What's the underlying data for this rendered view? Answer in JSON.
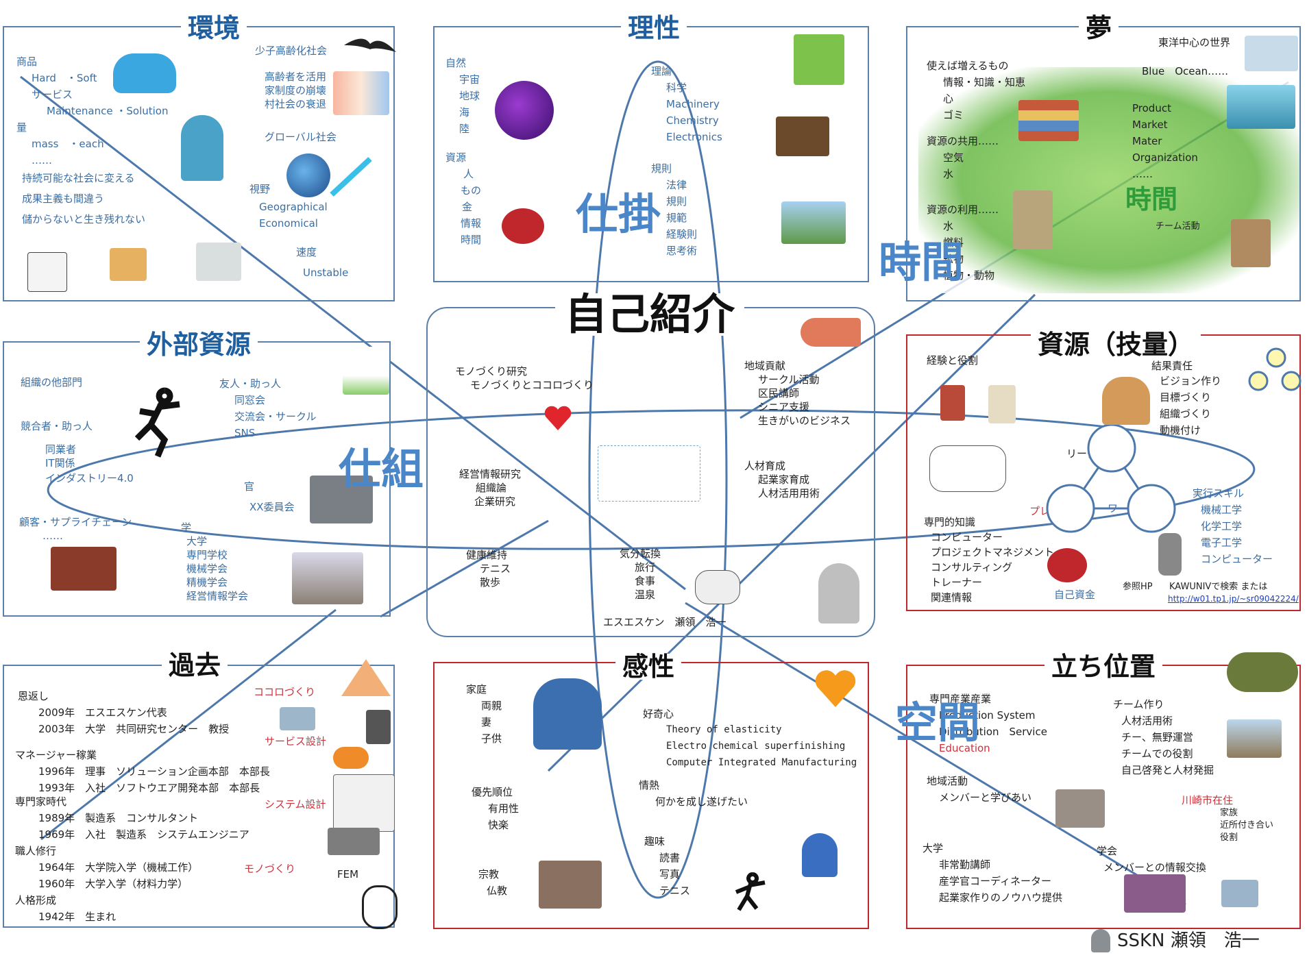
{
  "center": {
    "title": "自己紹介",
    "monozukuri": [
      "モノづくり研究",
      "モノづくりとココロづくり"
    ],
    "chiiki": [
      "地域貢献",
      "サークル活動",
      "区民講師",
      "シニア支援",
      "生きがいのビジネス"
    ],
    "keiei": [
      "経営情報研究",
      "組織論",
      "企業研究"
    ],
    "jinzai": [
      "人材育成",
      "起業家育成",
      "人材活用用術"
    ],
    "kenko": [
      "健康維持",
      "テニス",
      "散歩"
    ],
    "kibun": [
      "気分転換",
      "旅行",
      "食事",
      "温泉"
    ],
    "author": "エスエスケン　瀬領　浩一"
  },
  "kankyo": {
    "title": "環境",
    "left": [
      "商品",
      "Hard　・Soft",
      "サービス",
      "Maintenance ・Solution",
      "量",
      "mass　・each",
      "……",
      "持続可能な社会に変える",
      "成果主義も間違う",
      "儲からないと生き残れない"
    ],
    "right": [
      "少子高齢化社会",
      "高齢者を活用",
      "家制度の崩壊",
      "村社会の衰退",
      "グローバル社会",
      "視野",
      "Geographical",
      "Economical",
      "速度",
      "Unstable"
    ]
  },
  "risei": {
    "title": "理性",
    "left": [
      "自然",
      "宇宙",
      "地球",
      "海",
      "陸",
      "資源",
      "人",
      "もの",
      "金",
      "情報",
      "時間"
    ],
    "right": [
      "理論",
      "科学",
      "Machinery",
      "Chemistry",
      "Electronics",
      "規則",
      "法律",
      "規則",
      "規範",
      "経験則",
      "思考術"
    ]
  },
  "yume": {
    "title": "夢",
    "items": [
      "東洋中心の世界",
      "Blue　Ocean……",
      "使えば増えるもの",
      "情報・知識・知恵",
      "心",
      "ゴミ",
      "資源の共用……",
      "空気",
      "水",
      "資源の利用……",
      "水",
      "燃料",
      "鉱物",
      "植物・動物",
      "Product",
      "Market",
      "Mater",
      "Organization",
      "……",
      "チーム活動"
    ],
    "jikan": "時間"
  },
  "gaibu": {
    "title": "外部資源",
    "items": [
      "組織の他部門",
      "友人・助っ人",
      "同窓会",
      "交流会・サークル",
      "SNS",
      "競合者・助っ人",
      "同業者",
      "IT関係",
      "インダストリー4.0",
      "官",
      "XX委員会",
      "顧客・サプライチェーン",
      "……",
      "学",
      "大学",
      "専門学校",
      "機械学会",
      "精機学会",
      "経営情報学会"
    ]
  },
  "shigen": {
    "title": "資源（技量）",
    "items": [
      "経験と役割",
      "結果責任",
      "ビジョン作り",
      "目標づくり",
      "組織づくり",
      "動機付け",
      "リーダー",
      "プレーヤー",
      "ワーカー",
      "専門的知識",
      "コンピューター",
      "プロジェクトマネジメント",
      "コンサルティング",
      "トレーナー",
      "関連情報",
      "実行スキル",
      "機械工学",
      "化学工学",
      "電子工学",
      "コンピューター",
      "自己資金",
      "参照HP",
      "KAWUNIVで検索 または",
      "http://w01.tp1.jp/~sr09042224/"
    ]
  },
  "kako": {
    "title": "過去",
    "items": [
      "恩返し",
      "2009年　エスエスケン代表",
      "2003年　大学　共同研究センター　教授",
      "マネージャー稼業",
      "1996年　理事　ソリューション企画本部　本部長",
      "1993年　入社　ソフトウエア開発本部　本部長",
      "専門家時代",
      "1989年　製造系　コンサルタント",
      "1969年　入社　製造系　システムエンジニア",
      "職人修行",
      "1964年　大学院入学（機械工作）",
      "1960年　大学入学（材料力学）",
      "人格形成",
      "1942年　生まれ"
    ],
    "labels": [
      "ココロづくり",
      "サービス設計",
      "システム設計",
      "モノづくり",
      "FEM"
    ]
  },
  "kansei": {
    "title": "感性",
    "items": [
      "家庭",
      "両親",
      "妻",
      "子供",
      "好奇心",
      "Theory of elasticity",
      "Electro chemical superfinishing",
      "Computer Integrated Manufacturing",
      "情熱",
      "何かを成し遂げたい",
      "優先順位",
      "有用性",
      "快楽",
      "趣味",
      "読書",
      "写真",
      "テニス",
      "宗教",
      "仏教"
    ]
  },
  "tachi": {
    "title": "立ち位置",
    "items": [
      "専門産業産業",
      "Production System",
      "Distribution　Service",
      "Education",
      "チーム作り",
      "人材活用術",
      "チー、無野運営",
      "チームでの役割",
      "自己啓発と人材発掘",
      "地域活動",
      "メンバーと学びあい",
      "川崎市在住",
      "家族",
      "近所付き合い",
      "役割",
      "大学",
      "非常勤講師",
      "産学官コーディネーター",
      "起業家作りのノウハウ提供",
      "学会",
      "メンバーとの情報交換"
    ],
    "kukan": "空間"
  },
  "overlay": {
    "shikake": "仕掛",
    "shikumi": "仕組",
    "jikan": "時間"
  },
  "footer": "SSKN 瀬領　浩一",
  "colors": {
    "panel_border": "#5a7fa8",
    "title_blue": "#1f5f9f",
    "red_border": "#c0272d",
    "big_blue": "#4a86c8"
  }
}
